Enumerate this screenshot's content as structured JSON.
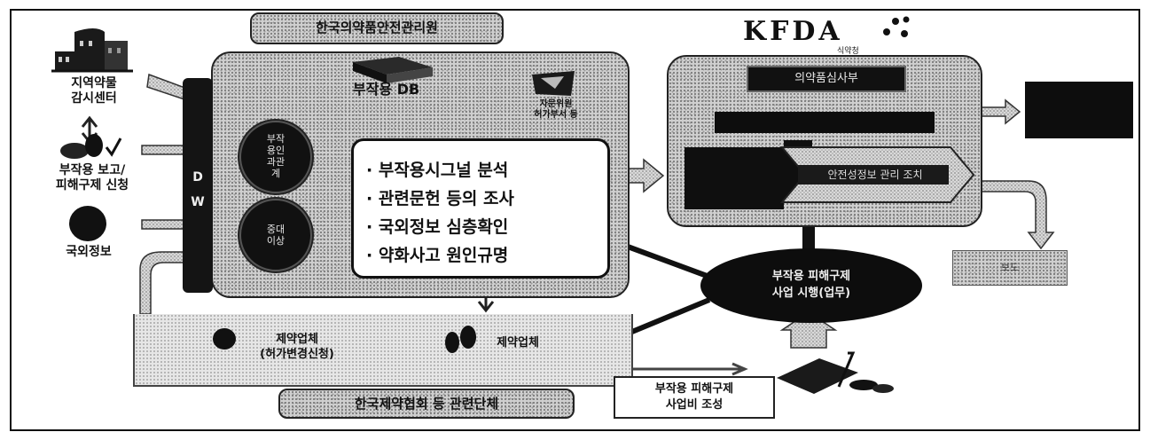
{
  "diagram": {
    "top_banner": "한국의약품안전관리원",
    "bottom_banner": "한국제약협회 등 관련단체",
    "logo": {
      "text": "KFDA",
      "sub": "식약청"
    },
    "inputs": [
      {
        "id": "monitoring_center",
        "label": "지역약물\n감시센터"
      },
      {
        "id": "report",
        "label": "부작용 보고/\n피해구제 신청"
      },
      {
        "id": "foreign",
        "label": "국외정보"
      }
    ],
    "dw_label": "D\nW",
    "circle_top": "부작\n용인\n과관\n계",
    "circle_bottom": "중대\n이상",
    "db_label": "부작용 DB",
    "committee_label": "자문위원\n허가부서 등",
    "analysis_items": [
      "· 부작용시그널 분석",
      "· 관련문헌 등의 조사",
      "· 국외정보 심층확인",
      "· 약화사고 원인규명"
    ],
    "kfda_box": {
      "header": "의약품심사부",
      "arrow_label": "안전성정보 관리 조치"
    },
    "relief_oval": "부작용 피해구제\n사업 시행(업무)",
    "pharma_left": "제약업체\n(허가변경신청)",
    "pharma_mid": "제약업체",
    "fund_box": "부작용 피해구제\n사업비 조성",
    "output_bottom": "보도",
    "colors": {
      "ink": "#111111",
      "panel": "#cfcfcf",
      "black": "#0d0d0d",
      "white": "#ffffff"
    }
  }
}
